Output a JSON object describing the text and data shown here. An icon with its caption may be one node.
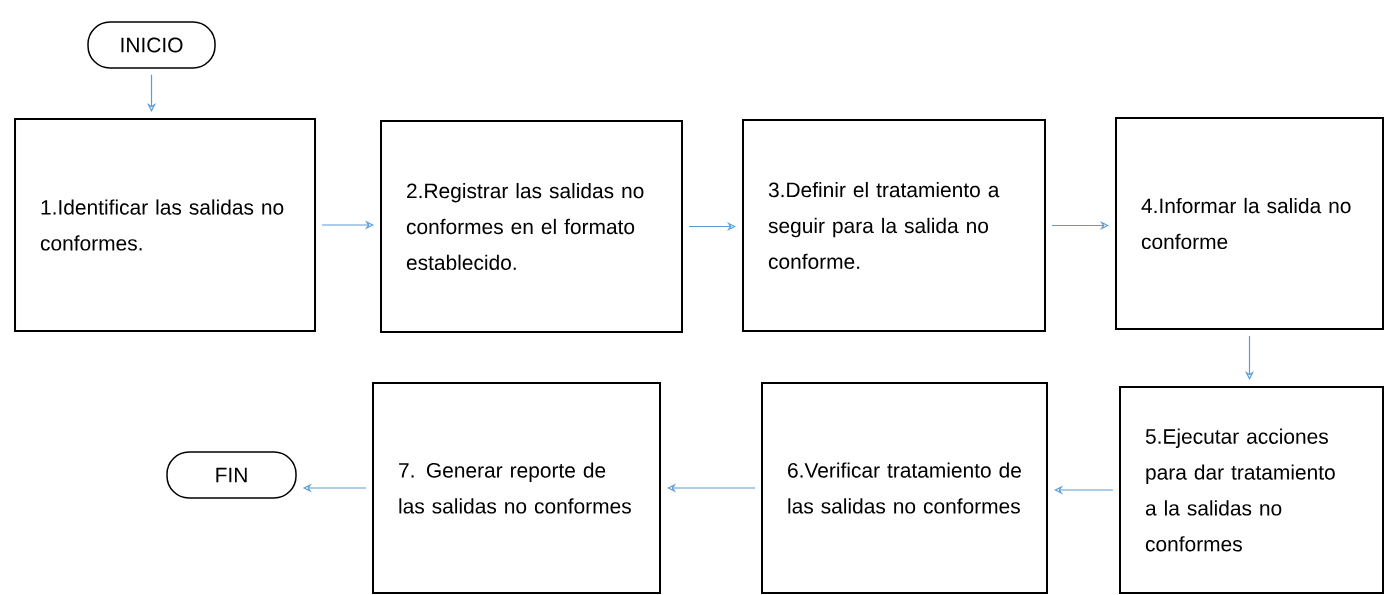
{
  "diagram": {
    "nodes": [
      {
        "text": [
          "INICIO"
        ]
      },
      {
        "text": [
          "1.Identificar las salidas no conformes."
        ]
      },
      {
        "text": [
          "2.Registrar las salidas no conformes en el formato establecido."
        ]
      },
      {
        "text": [
          "3.Definir el tratamiento a seguir para la salida no conforme."
        ]
      },
      {
        "text": [
          "4.Informar la salida no conforme"
        ]
      },
      {
        "text": [
          "5.Ejecutar acciones para dar tratamiento a la salidas no conformes"
        ]
      },
      {
        "text": [
          "6.Verificar tratamiento de las salidas no conformes"
        ]
      },
      {
        "text": [
          "7. Generar reporte de las salidas no conformes"
        ]
      },
      {
        "text": [
          "FIN"
        ]
      }
    ],
    "edges": [
      {
        "from": 0,
        "to": 1,
        "arrow": "to"
      },
      {
        "from": 1,
        "to": 2,
        "arrow": "to"
      },
      {
        "from": 2,
        "to": 3,
        "arrow": "to"
      },
      {
        "from": 3,
        "to": 4,
        "arrow": "to"
      },
      {
        "from": 4,
        "to": 5,
        "arrow": "to"
      },
      {
        "from": 5,
        "to": 6,
        "arrow": "to"
      },
      {
        "from": 6,
        "to": 7,
        "arrow": "to"
      },
      {
        "from": 7,
        "to": 8,
        "arrow": "to"
      }
    ]
  }
}
